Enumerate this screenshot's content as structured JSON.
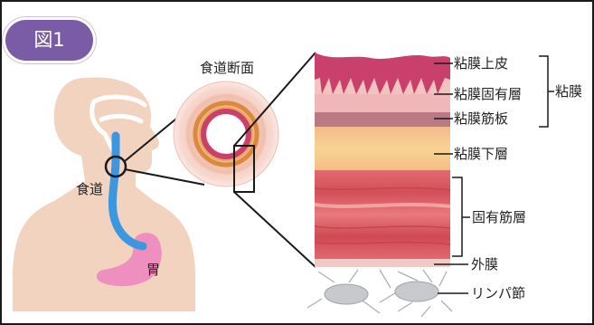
{
  "figure_badge": "図1",
  "labels": {
    "cross_section": "食道断面",
    "esophagus": "食道",
    "stomach": "胃",
    "mucosal_epithelium": "粘膜上皮",
    "lamina_propria": "粘膜固有層",
    "muscularis_mucosae": "粘膜筋板",
    "mucosa_group": "粘膜",
    "submucosa": "粘膜下層",
    "muscularis_propria": "固有筋層",
    "adventitia": "外膜",
    "lymph_node": "リンパ節"
  },
  "colors": {
    "badge": "#7a5ba6",
    "body_silhouette": "#f2d3bf",
    "esophagus": "#3a97e0",
    "stomach": "#ef8fbf",
    "epithelium": "#c8406b",
    "submucosa": "#f6c987",
    "muscle": "#d9565f"
  }
}
